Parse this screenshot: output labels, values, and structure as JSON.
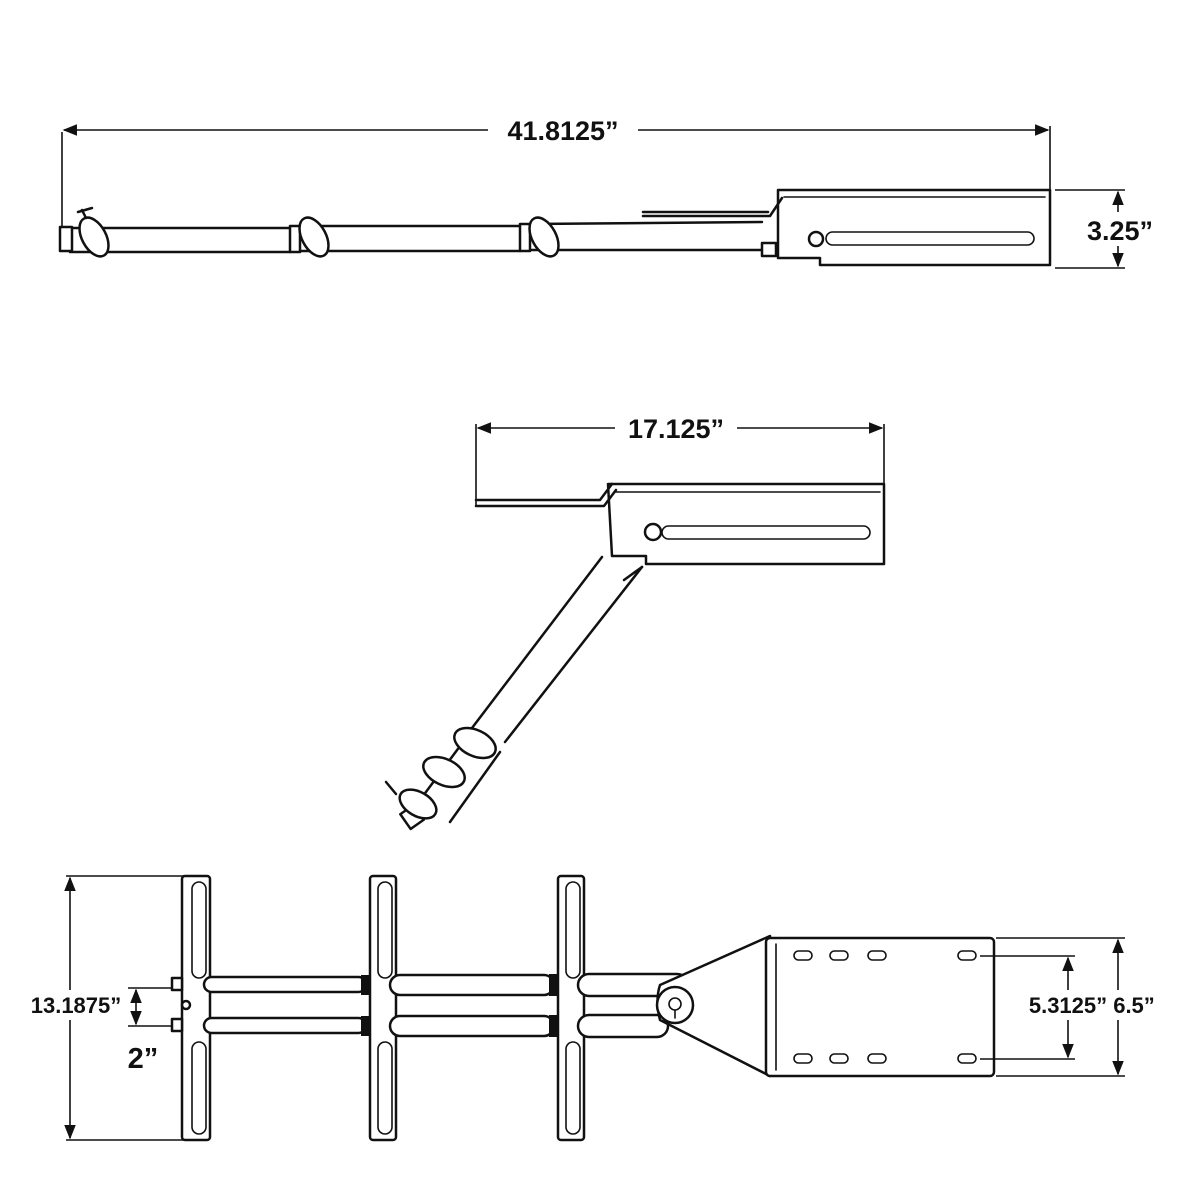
{
  "dimensions": {
    "overall_length": "41.8125”",
    "side_height": "3.25”",
    "folded_length": "17.125”",
    "total_width": "13.1875”",
    "small_gap": "2”",
    "slot_spacing": "5.3125”",
    "plate_width": "6.5”"
  },
  "colors": {
    "line": "#111111",
    "background": "#ffffff"
  }
}
